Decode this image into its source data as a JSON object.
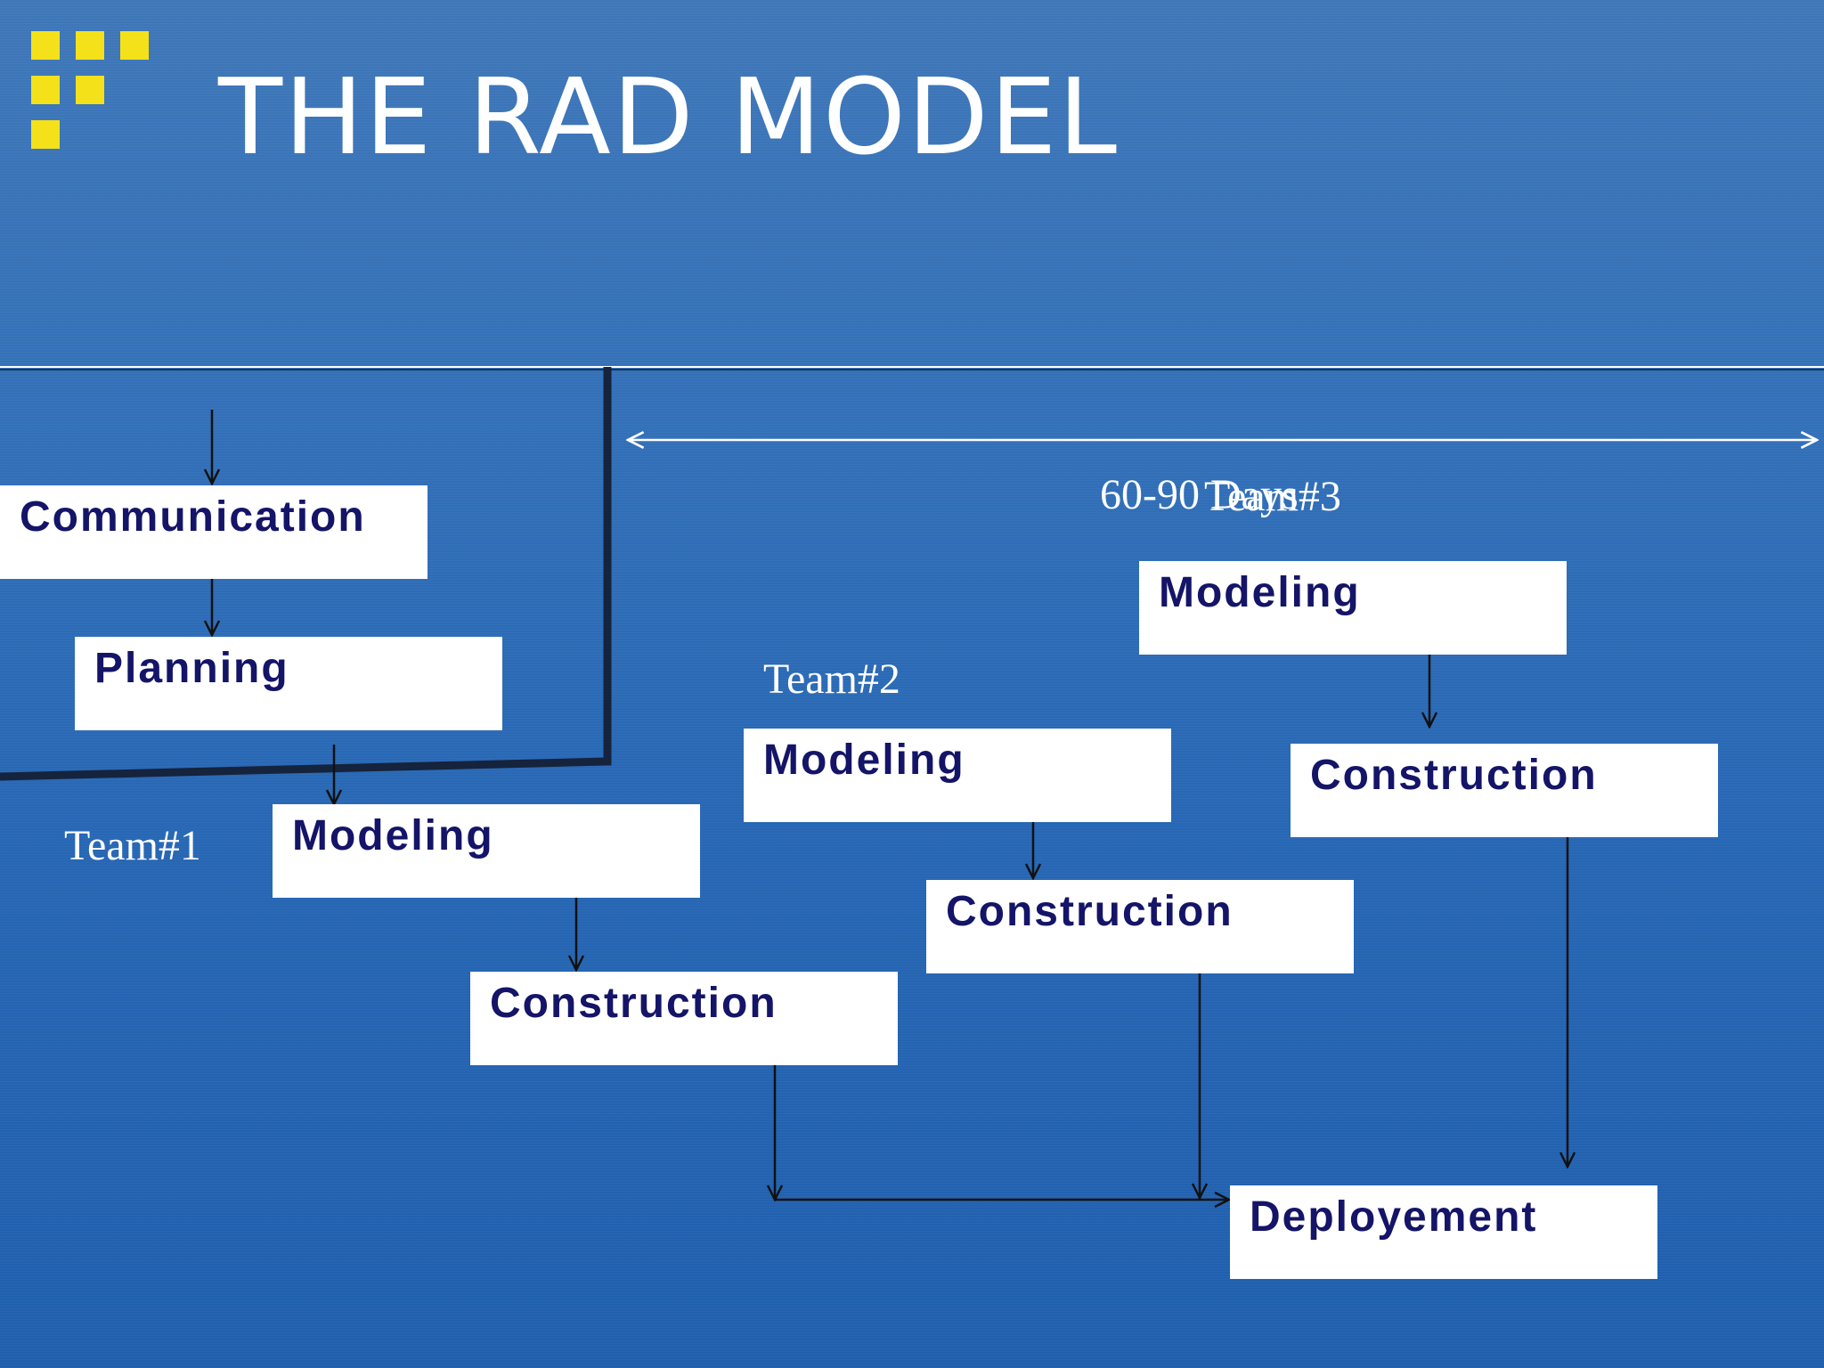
{
  "slide": {
    "title": "THE RAD MODEL",
    "accent_color": "#f5e11a",
    "background_color": "#2f6cb5",
    "logo": "yellow-square-grid-logo"
  },
  "timeline": {
    "duration_label": "60-90 Days"
  },
  "teams": {
    "team1": "Team#1",
    "team2": "Team#2",
    "team3": "Team#3"
  },
  "boxes": {
    "communication": "Communication",
    "planning": "Planning",
    "team1_modeling": "Modeling",
    "team1_construction": "Construction",
    "team2_modeling": "Modeling",
    "team2_construction": "Construction",
    "team3_modeling": "Modeling",
    "team3_construction": "Construction",
    "deployment": "Deployement"
  }
}
